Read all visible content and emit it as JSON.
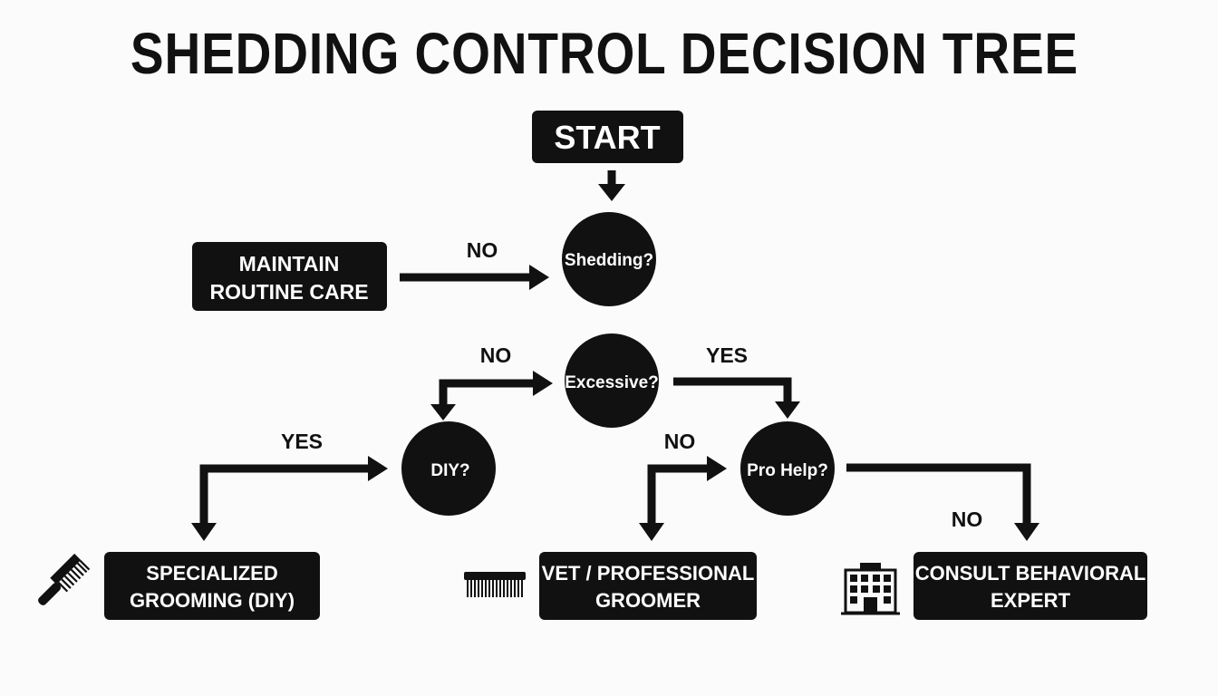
{
  "title": "SHEDDING CONTROL DECISION TREE",
  "nodes": {
    "start": "START",
    "maintain": [
      "MAINTAIN",
      "ROUTINE CARE"
    ],
    "shedding": "Shedding?",
    "excessive": "Excessive?",
    "diy": "DIY?",
    "pro_help": "Pro Help?",
    "specialized": [
      "SPECIALIZED",
      "GROOMING (DIY)"
    ],
    "vet": [
      "VET / PROFESSIONAL",
      "GROOMER"
    ],
    "consult": [
      "CONSULT BEHAVIORAL",
      "EXPERT"
    ]
  },
  "edges": {
    "maintain_to_shedding": "NO",
    "excessive_to_diy": "NO",
    "excessive_to_prohelp": "YES",
    "diy_yes": "YES",
    "prohelp_no_left": "NO",
    "prohelp_no_right": "NO"
  },
  "icons": {
    "brush": "brush-icon",
    "comb": "comb-icon",
    "building": "building-icon"
  },
  "colors": {
    "ink": "#111111",
    "background": "#fbfbfb",
    "text_on_dark": "#ffffff"
  }
}
